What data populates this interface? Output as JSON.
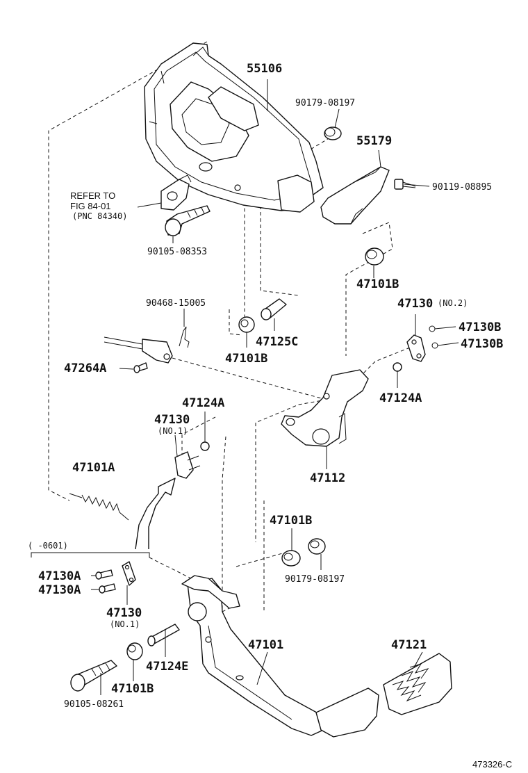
{
  "labels": {
    "p55106": "55106",
    "p90179_top": "90179-08197",
    "p55179": "55179",
    "p90119": "90119-08895",
    "refer_line1": "REFER TO",
    "refer_line2": "FIG 84-01",
    "refer_line3": "(PNC 84340)",
    "p90105_top": "90105-08353",
    "p47101B_top": "47101B",
    "p47130_no2": "47130",
    "p47130_no2_sub": "(NO.2)",
    "p90468": "90468-15005",
    "p47125C": "47125C",
    "p47130B_a": "47130B",
    "p47130B_b": "47130B",
    "p47101B_mid": "47101B",
    "p47264A": "47264A",
    "p47124A_right": "47124A",
    "p47124A_left": "47124A",
    "p47130_no1": "47130",
    "p47130_no1_sub": "(NO.1)",
    "p47112": "47112",
    "p47101A": "47101A",
    "p47101B_low": "47101B",
    "bracket_note": "(     -0601)",
    "p90179_low": "90179-08197",
    "p47130A_a": "47130A",
    "p47130A_b": "47130A",
    "p47130_no1b": "47130",
    "p47130_no1b_sub": "(NO.1)",
    "p47101": "47101",
    "p47121": "47121",
    "p47124E": "47124E",
    "p47101B_bot": "47101B",
    "p90105_bot": "90105-08261",
    "diagram_ref": "473326-C"
  }
}
